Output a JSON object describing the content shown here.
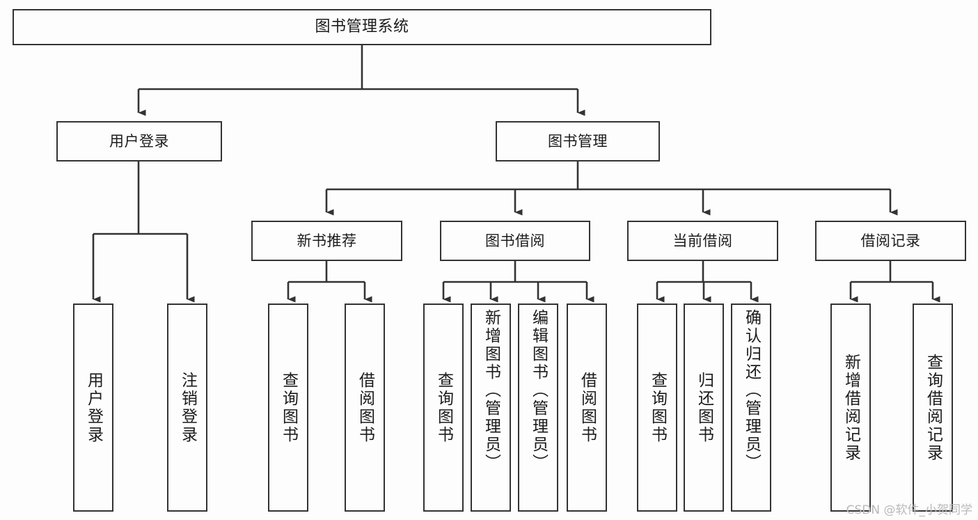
{
  "diagram": {
    "title": "图书管理系统",
    "type": "tree",
    "watermark": "CSDN @软件_小贺同学",
    "colors": {
      "stroke": "#333333",
      "box_fill": "#fdfdfd",
      "background": "#fdfdfd",
      "text": "#1b1b1b",
      "watermark": "#b9b9b9"
    },
    "root": {
      "label": "图书管理系统"
    },
    "level2": [
      {
        "label": "用户登录"
      },
      {
        "label": "图书管理"
      }
    ],
    "level3": [
      {
        "label": "新书推荐"
      },
      {
        "label": "图书借阅"
      },
      {
        "label": "当前借阅"
      },
      {
        "label": "借阅记录"
      }
    ],
    "leaves": {
      "user_login": [
        {
          "label": "用户登录"
        },
        {
          "label": "注销登录"
        }
      ],
      "new_book_recommend": [
        {
          "label": "查询图书"
        },
        {
          "label": "借阅图书"
        }
      ],
      "book_borrow": [
        {
          "label": "查询图书"
        },
        {
          "label": "新增图书（管理员）"
        },
        {
          "label": "编辑图书（管理员）"
        },
        {
          "label": "借阅图书"
        }
      ],
      "current_borrow": [
        {
          "label": "查询图书"
        },
        {
          "label": "归还图书"
        },
        {
          "label": "确认归还（管理员）"
        }
      ],
      "borrow_record": [
        {
          "label": "新增借阅记录"
        },
        {
          "label": "查询借阅记录"
        }
      ]
    }
  }
}
